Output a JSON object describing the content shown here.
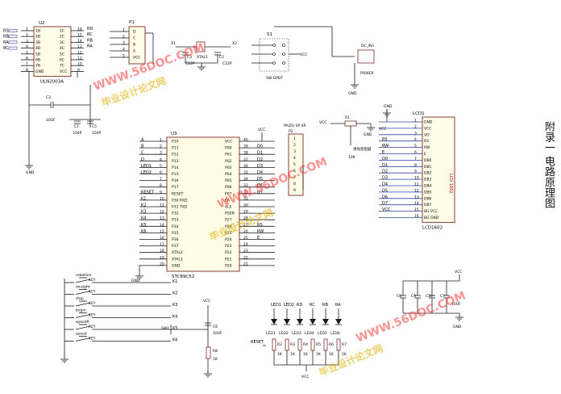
{
  "side_title": "附录一 电路原理图",
  "watermarks": [
    "WWW.56DOC.COM",
    "毕业设计论文网",
    "www.56doc.com"
  ],
  "u2": {
    "ref": "U2",
    "part": "ULN2003A",
    "left_pins": [
      "1B",
      "2B",
      "3B",
      "4B",
      "5B",
      "6B",
      "7B",
      "GND"
    ],
    "right_pins": [
      "1C",
      "2C",
      "3C",
      "4C",
      "5C",
      "6C",
      "7C",
      "VCC"
    ],
    "left_nums": [
      "1",
      "2",
      "3",
      "4",
      "5",
      "6",
      "7",
      "8"
    ],
    "right_nums": [
      "16",
      "15",
      "14",
      "13",
      "12",
      "11",
      "10",
      "9"
    ],
    "inputs": [
      "RS",
      "RB",
      "RA",
      "RC"
    ],
    "nets": [
      "RD",
      "RC",
      "RB",
      "RA"
    ]
  },
  "p1": {
    "ref": "P1",
    "pins": [
      "D",
      "C",
      "B",
      "A",
      "VCC"
    ],
    "nums": [
      "1",
      "2",
      "3",
      "4",
      "5"
    ]
  },
  "crystal": {
    "x1": "X1",
    "x2": "X2",
    "xtal": "XTAL1",
    "c3": "C3",
    "c3v": "C22P",
    "c2": "C2",
    "c2v": "C22P"
  },
  "power": {
    "s1": "S1",
    "switch": "SW-DPDT",
    "dc": "DC_IN1",
    "label": "POWER",
    "vcc": "VCC",
    "gnd": "GND"
  },
  "u2caps": {
    "c3": "C3",
    "c3v": "10UF",
    "c1": "C1",
    "c1v": "104P",
    "c5": "C5",
    "c5v": "104P"
  },
  "u3": {
    "ref": "U3",
    "part": "STC89C52",
    "left_pins": [
      "P10",
      "P11",
      "P12",
      "P13",
      "P14",
      "P15",
      "P16",
      "P17",
      "RESET",
      "P30 RXD",
      "P31 TXD",
      "P32",
      "P33",
      "P34",
      "P35",
      "P36",
      "P37",
      "XTAL2",
      "XTAL1",
      "GND"
    ],
    "left_nums": [
      "1",
      "2",
      "3",
      "4",
      "5",
      "6",
      "7",
      "8",
      "9",
      "10",
      "11",
      "12",
      "13",
      "14",
      "15",
      "16",
      "17",
      "18",
      "19",
      "20"
    ],
    "right_pins": [
      "VCC",
      "P00",
      "P01",
      "P02",
      "P03",
      "P04",
      "P05",
      "P06",
      "P07",
      "EA",
      "ALE",
      "PSEN",
      "P27",
      "P26",
      "P25",
      "P24",
      "P23",
      "P22",
      "P21",
      "P20"
    ],
    "right_nums": [
      "40",
      "39",
      "38",
      "37",
      "36",
      "35",
      "34",
      "33",
      "32",
      "31",
      "30",
      "29",
      "28",
      "27",
      "26",
      "25",
      "24",
      "23",
      "22",
      "21"
    ],
    "left_nets": [
      "A",
      "B",
      "C",
      "D",
      "LED1",
      "LED2",
      "",
      "",
      "RESET",
      "K1",
      "K2",
      "K3",
      "K4",
      "K5",
      "K6",
      "",
      "",
      "",
      "",
      ""
    ],
    "right_nets": [
      "",
      "D0",
      "D1",
      "D2",
      "D3",
      "D4",
      "D5",
      "D6",
      "D7",
      "",
      "",
      "",
      "",
      "RS",
      "RW",
      "E",
      "",
      "",
      "",
      ""
    ]
  },
  "p2": {
    "ref": "P2",
    "part": "PAIZU SP 4R",
    "nums": [
      "1",
      "2",
      "3",
      "4",
      "5",
      "6",
      "7",
      "8",
      "9"
    ]
  },
  "r1": {
    "ref": "R1",
    "value": "10K",
    "note": "滑动变阻器",
    "vcc": "VCC",
    "gnd": "GND"
  },
  "lcd": {
    "ref": "LCD1",
    "part": "LCD1602",
    "pins": [
      "GND",
      "VCC",
      "VO",
      "RS",
      "RW",
      "E",
      "DB0",
      "DB1",
      "DB2",
      "DB3",
      "DB4",
      "DB5",
      "DB6",
      "DB7",
      "BG VCC",
      "BG GND"
    ],
    "nums": [
      "1",
      "2",
      "3",
      "4",
      "5",
      "6",
      "7",
      "8",
      "9",
      "10",
      "11",
      "12",
      "13",
      "14",
      "15",
      "16"
    ],
    "nets": [
      "",
      "",
      "",
      "RS",
      "RW",
      "E",
      "D0",
      "D1",
      "D2",
      "D3",
      "D4",
      "D5",
      "D6",
      "D7",
      "VCC",
      ""
    ],
    "vertical": "LCD 1602"
  },
  "keys": {
    "labels": [
      "rebellion",
      "straight",
      "stop",
      "begin",
      "speedR",
      "speed"
    ],
    "refs": [
      "K1",
      "K2",
      "K3",
      "K4",
      "K5",
      "K6"
    ],
    "word": "KEY"
  },
  "reset": {
    "sw": "SW1",
    "c": "C6",
    "cv": "10UF",
    "r": "R8",
    "rv": "1K",
    "vcc": "VCC"
  },
  "leds": {
    "nets": [
      "LED1",
      "LED2",
      "RD",
      "RC",
      "RB",
      "RA"
    ],
    "refs": [
      "LED1",
      "LED2",
      "LED3",
      "LED4",
      "LED5",
      "LED6"
    ],
    "res": [
      "R2",
      "R3",
      "R4",
      "R5",
      "R6",
      "R7"
    ],
    "vals": [
      "1K",
      "1K",
      "1K",
      "1K",
      "1K",
      "1K"
    ],
    "rail": "RESET"
  },
  "bypass": {
    "caps": [
      "C8",
      "C9",
      "C10",
      "C7"
    ],
    "cv": "10UF",
    "vcc": "VCC",
    "gnd": "GND"
  }
}
